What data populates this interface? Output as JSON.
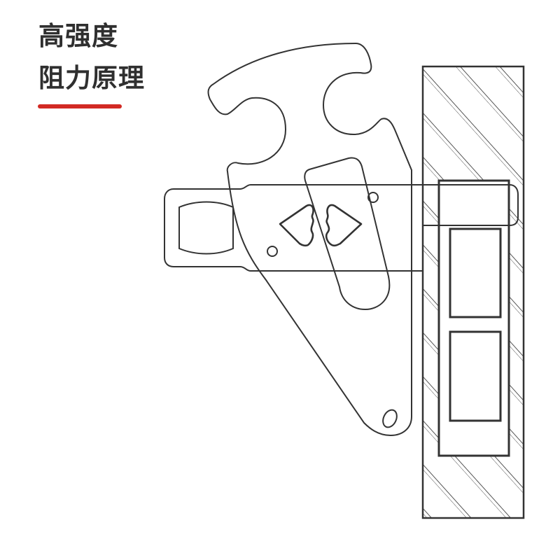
{
  "header": {
    "title_line1": "高强度",
    "title_line2": "阻力原理",
    "accent_color": "#d22a24"
  },
  "diagram": {
    "subject": "latch-lock-mechanism",
    "stroke_color": "#333333",
    "parts": [
      "hook-plate",
      "sliding-bolt",
      "slider-knob",
      "arrow-left-icon",
      "arrow-right-icon",
      "wall-section-hatched",
      "strike-plate-box",
      "strike-slot-upper",
      "strike-slot-lower"
    ]
  }
}
